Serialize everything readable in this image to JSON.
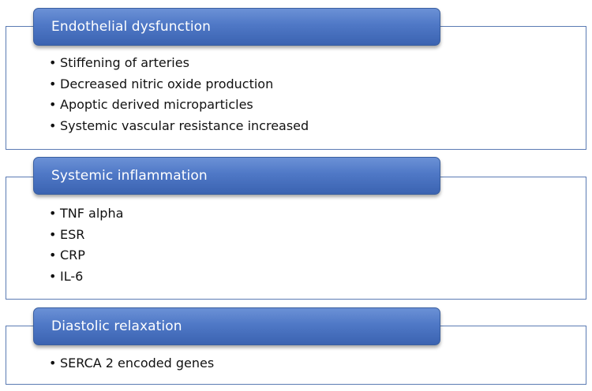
{
  "sections": [
    {
      "title": "Endothelial dysfunction",
      "items": [
        "Stiffening of arteries",
        "Decreased nitric oxide production",
        "Apoptic derived microparticles",
        "Systemic vascular resistance increased"
      ]
    },
    {
      "title": "Systemic inflammation",
      "items": [
        "TNF alpha",
        "ESR",
        "CRP",
        "IL-6"
      ]
    },
    {
      "title": "Diastolic relaxation",
      "items": [
        "SERCA 2 encoded genes"
      ]
    }
  ],
  "colors": {
    "header_fill": "#4f78c6",
    "box_border": "#5b7bb3",
    "text": "#111111"
  }
}
